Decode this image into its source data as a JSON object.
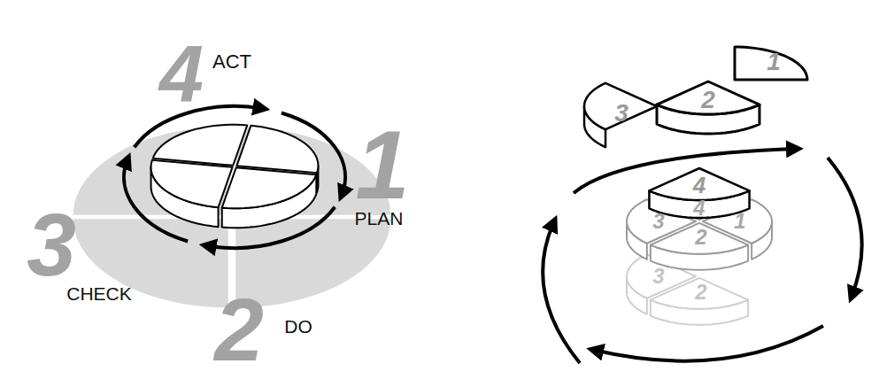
{
  "diagram": {
    "labels": [
      "4",
      "ACT",
      "1",
      "PLAN",
      "3",
      "CHECK",
      "2",
      "DO",
      "1",
      "2",
      "3",
      "4",
      "1",
      "4",
      "3",
      "2",
      "3",
      "2"
    ]
  }
}
